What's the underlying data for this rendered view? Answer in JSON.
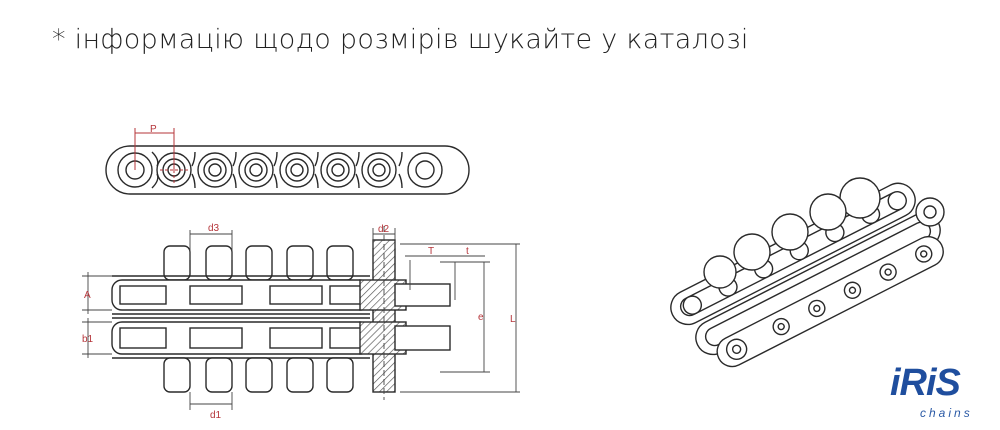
{
  "note": "* інформацію щодо розмірів шукайте у каталозі",
  "dimensions": {
    "P": "P",
    "d3": "d3",
    "d2": "d2",
    "T": "T",
    "t": "t",
    "A": "A",
    "e": "e",
    "L": "L",
    "b1": "b1",
    "d1": "d1"
  },
  "logo": {
    "word": "iRiS",
    "sub": "chains"
  },
  "colors": {
    "dimension": "#b5353a",
    "line": "#2a2a2a",
    "brand": "#1f4e9e"
  }
}
